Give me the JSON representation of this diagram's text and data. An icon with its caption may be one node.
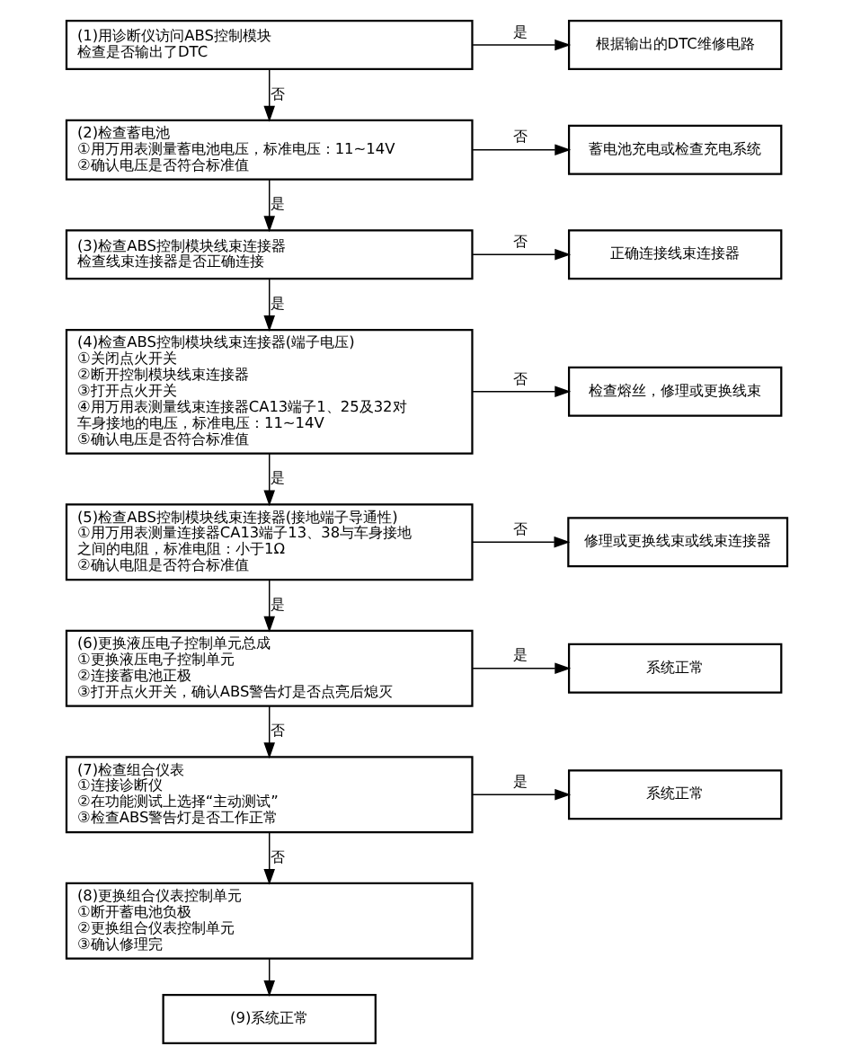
{
  "diagram": {
    "nodes": [
      {
        "text": [
          "(1)用诊断仪访问ABS控制模块",
          "检查是否输出了DTC"
        ]
      },
      {
        "text": [
          "根据输出的DTC维修电路"
        ]
      },
      {
        "text": [
          "(2)检查蓄电池",
          "①用万用表测量蓄电池电压，标准电压：11~14V",
          "②确认电压是否符合标准值"
        ]
      },
      {
        "text": [
          "蓄电池充电或检查充电系统"
        ]
      },
      {
        "text": [
          "(3)检查ABS控制模块线束连接器",
          "检查线束连接器是否正确连接"
        ]
      },
      {
        "text": [
          "正确连接线束连接器"
        ]
      },
      {
        "text": [
          "(4)检查ABS控制模块线束连接器(端子电压)",
          "①关闭点火开关",
          "②断开控制模块线束连接器",
          "③打开点火开关",
          "④用万用表测量线束连接器CA13端子1、25及32对车身接地的电压，标准电压：11~14V",
          "⑤确认电压是否符合标准值"
        ]
      },
      {
        "text": [
          "检查熔丝，修理或更换线束"
        ]
      },
      {
        "text": [
          "(5)检查ABS控制模块线束连接器(接地端子导通性)",
          "①用万用表测量连接器CA13端子13、38与车身接地之间的电阻，标准电阻：小于1Ω",
          "②确认电阻是否符合标准值"
        ]
      },
      {
        "text": [
          "修理或更换线束或线束连接器"
        ]
      },
      {
        "text": [
          "(6)更换液压电子控制单元总成",
          "①更换液压电子控制单元",
          "②连接蓄电池正极",
          "③打开点火开关，确认ABS警告灯是否点亮后熄灭"
        ]
      },
      {
        "text": [
          "系统正常"
        ]
      },
      {
        "text": [
          "(7)检查组合仪表",
          "①连接诊断仪",
          "②在功能测试上选择“主动测试”",
          "③检查ABS警告灯是否工作正常"
        ]
      },
      {
        "text": [
          "系统正常"
        ]
      },
      {
        "text": [
          "(8)更换组合仪表控制单元",
          "①断开蓄电池负极",
          "②更换组合仪表控制单元",
          "③确认修理完"
        ]
      },
      {
        "text": [
          "(9)系统正常"
        ]
      }
    ],
    "edges": [
      {
        "from": 0,
        "to": 1,
        "arrow": "to",
        "label": "是"
      },
      {
        "from": 0,
        "to": 2,
        "arrow": "to",
        "label": "否"
      },
      {
        "from": 2,
        "to": 3,
        "arrow": "to",
        "label": "否"
      },
      {
        "from": 2,
        "to": 4,
        "arrow": "to",
        "label": "是"
      },
      {
        "from": 4,
        "to": 5,
        "arrow": "to",
        "label": "否"
      },
      {
        "from": 4,
        "to": 6,
        "arrow": "to",
        "label": "是"
      },
      {
        "from": 6,
        "to": 7,
        "arrow": "to",
        "label": "否"
      },
      {
        "from": 6,
        "to": 8,
        "arrow": "to",
        "label": "是"
      },
      {
        "from": 8,
        "to": 9,
        "arrow": "to",
        "label": "否"
      },
      {
        "from": 8,
        "to": 10,
        "arrow": "to",
        "label": "是"
      },
      {
        "from": 10,
        "to": 11,
        "arrow": "to",
        "label": "是"
      },
      {
        "from": 10,
        "to": 12,
        "arrow": "to",
        "label": "否"
      },
      {
        "from": 12,
        "to": 13,
        "arrow": "to",
        "label": "是"
      },
      {
        "from": 12,
        "to": 14,
        "arrow": "to",
        "label": "否"
      },
      {
        "from": 14,
        "to": 15,
        "arrow": "to"
      }
    ]
  }
}
